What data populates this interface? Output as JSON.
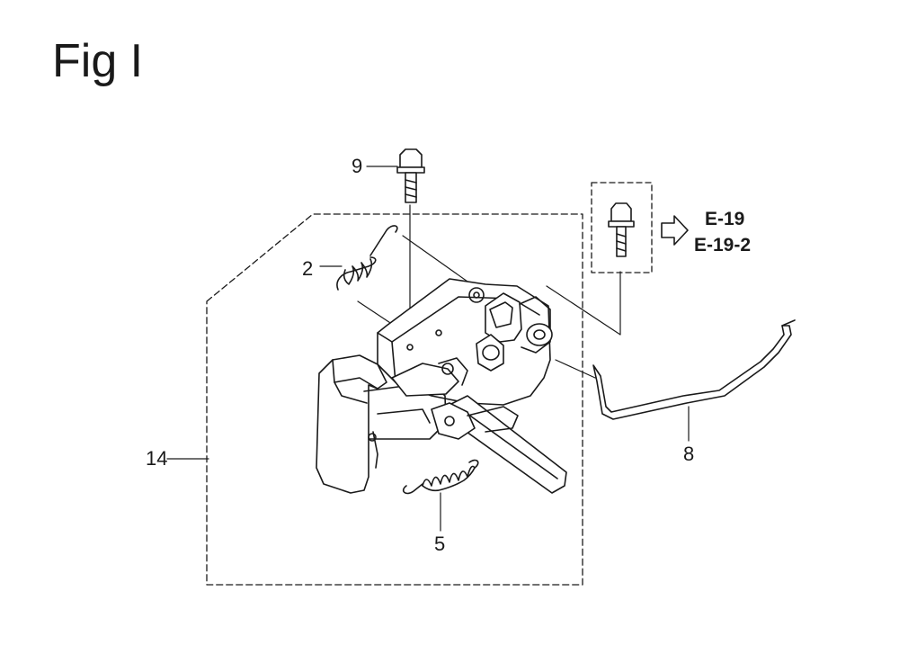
{
  "figure": {
    "title": "Fig I"
  },
  "callouts": {
    "c9": "9",
    "c2": "2",
    "c14": "14",
    "c5": "5",
    "c8": "8"
  },
  "references": {
    "ref1": "E-19",
    "ref2": "E-19-2"
  }
}
